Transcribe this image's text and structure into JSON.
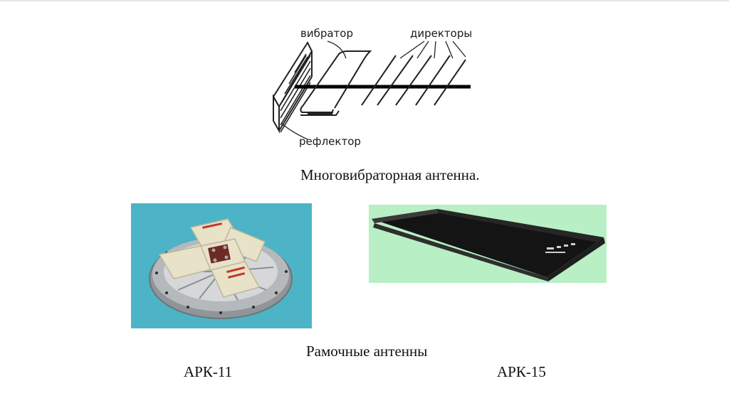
{
  "diagram": {
    "label_vibrator": "вибратор",
    "label_directors": "директоры",
    "label_reflector": "рефлектор"
  },
  "captions": {
    "multi_vibrator": "Многовибраторная антенна.",
    "loop_antennas": "Рамочные антенны",
    "ark11": "АРК-11",
    "ark15": "АРК-15"
  },
  "colors": {
    "photo1_bg": "#4db3c6",
    "photo2_bg": "#b8efc4",
    "antenna_body": "#e8e2c8",
    "base_metal": "#9a9ea2",
    "device_black": "#141414"
  }
}
